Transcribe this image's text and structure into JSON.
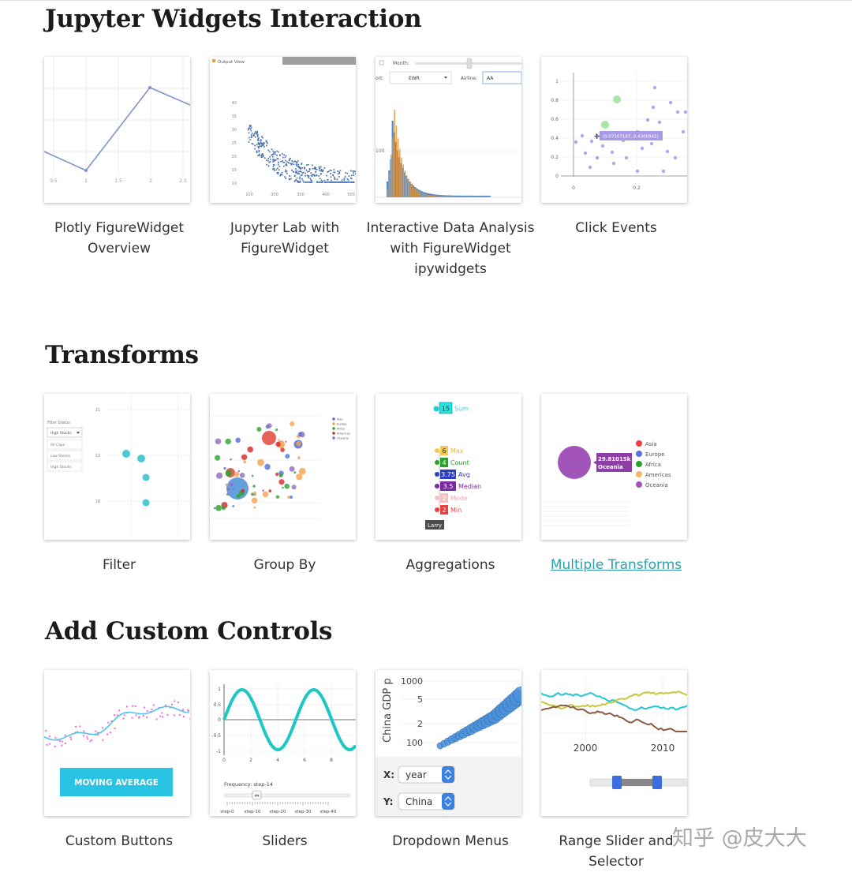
{
  "sections": [
    {
      "title": "Jupyter Widgets Interaction",
      "cards": [
        {
          "caption": "Plotly FigureWidget Overview",
          "link": false
        },
        {
          "caption": "Jupyter Lab with FigureWidget",
          "link": false
        },
        {
          "caption": "Interactive Data Analysis with FigureWidget ipywidgets",
          "link": false
        },
        {
          "caption": "Click Events",
          "link": false
        }
      ]
    },
    {
      "title": "Transforms",
      "cards": [
        {
          "caption": "Filter",
          "link": false
        },
        {
          "caption": "Group By",
          "link": false
        },
        {
          "caption": "Aggregations",
          "link": false
        },
        {
          "caption": "Multiple Transforms",
          "link": true
        }
      ]
    },
    {
      "title": "Add Custom Controls",
      "cards": [
        {
          "caption": "Custom Buttons",
          "link": false
        },
        {
          "caption": "Sliders",
          "link": false
        },
        {
          "caption": "Dropdown Menus",
          "link": false
        },
        {
          "caption": "Range Slider and Selector",
          "link": false
        }
      ]
    }
  ],
  "thumbnails": {
    "lab": {
      "tab": "Output View",
      "yticks": [
        "40",
        "35",
        "30",
        "25",
        "20",
        "15",
        "10"
      ],
      "xticks": [
        "100",
        "200",
        "300",
        "400",
        "500"
      ]
    },
    "ida": {
      "month_label": "Month:",
      "origin_label": "ort:",
      "origin_value": "EWR",
      "airline_label": "Airline:",
      "airline_value": "AA",
      "ytick": "100"
    },
    "click": {
      "yticks": [
        "1",
        "0.8",
        "0.6",
        "0.4",
        "0.2",
        "0"
      ],
      "xticks": [
        "0",
        "0.2"
      ],
      "tooltip": "(0.07107187, 0.4300941)"
    },
    "overview": {
      "xticks": [
        "0.5",
        "1",
        "1.5",
        "2",
        "2.5"
      ]
    },
    "filter": {
      "header": "Filter Status",
      "select": "High Stocks",
      "options": [
        "All Caps",
        "Low Stocks",
        "High Stocks"
      ],
      "yticks": [
        "21",
        "13",
        "18"
      ]
    },
    "groupby": {
      "legend": [
        "Asia",
        "Europe",
        "Africa",
        "Americas",
        "Oceania"
      ]
    },
    "agg": {
      "sum_value": "15",
      "sum_label": "Sum",
      "rows": [
        [
          "6",
          "Max"
        ],
        [
          "4",
          "Count"
        ],
        [
          "3.75",
          "Avg"
        ],
        [
          "3.5",
          "Median"
        ],
        [
          "2",
          "Mode"
        ],
        [
          "2",
          "Min"
        ]
      ],
      "name": "Larry"
    },
    "multi": {
      "value": "29.81015k",
      "region": "Oceania",
      "legend": [
        "Asia",
        "Europe",
        "Africa",
        "Americas",
        "Oceania"
      ]
    },
    "buttons": {
      "label": "MOVING AVERAGE"
    },
    "sliders": {
      "yticks": [
        "1",
        "0.5",
        "0",
        "-0.5",
        "-1"
      ],
      "xticks": [
        "0",
        "2",
        "4",
        "6",
        "8"
      ],
      "label": "Frequency: step-14",
      "steps": [
        "step-0",
        "step-10",
        "step-20",
        "step-30",
        "step-40"
      ]
    },
    "dropdown": {
      "ylabel": "China GDP p",
      "yticks": [
        "1000",
        "5",
        "2",
        "100"
      ],
      "x_label": "X:",
      "x_value": "year",
      "y_label": "Y:",
      "y_value": "China"
    },
    "range": {
      "xticks": [
        "2000",
        "2010"
      ]
    }
  },
  "colors": {
    "accent_link": "#2c9fae",
    "plotly_blue": "#1f77b4",
    "lavender": "#b3a6ef",
    "teal": "#1cc7c4",
    "button": "#29c3e4"
  },
  "watermark": "知乎 @皮大大"
}
